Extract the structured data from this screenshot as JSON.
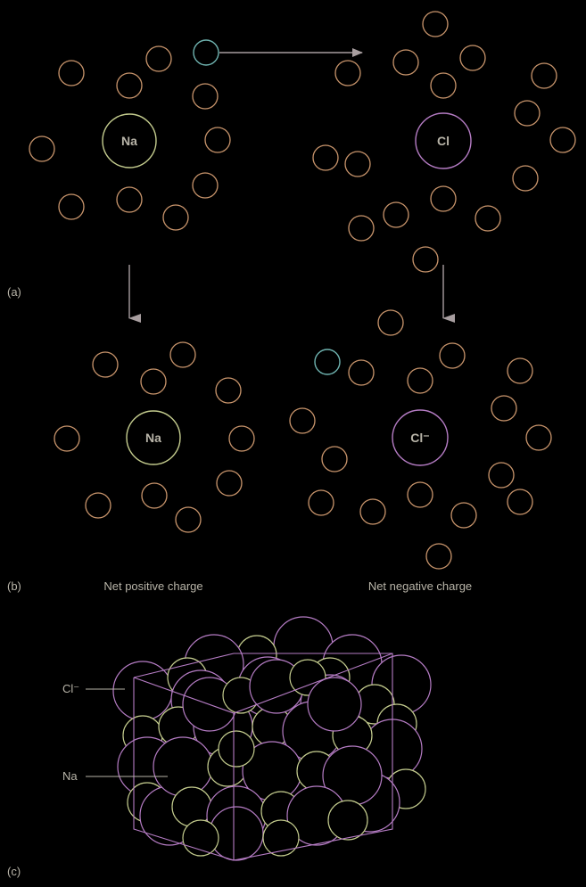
{
  "colors": {
    "background": "#000000",
    "electron": "#c9956c",
    "transferred_electron": "#6fb3b0",
    "sodium": "#c4cc8e",
    "chlorine": "#b57cc4",
    "arrow": "#a89ea0",
    "text": "#b8b4a8"
  },
  "panel_labels": {
    "a": "(a)",
    "b": "(b)",
    "c": "(c)"
  },
  "atoms": {
    "na_a": "Na",
    "cl_a": "Cl",
    "na_b": "Na",
    "cl_b": "Cl⁻"
  },
  "captions": {
    "positive": "Net positive charge",
    "negative": "Net negative charge"
  },
  "lattice_labels": {
    "chloride": "Cl⁻",
    "sodium": "Na"
  }
}
